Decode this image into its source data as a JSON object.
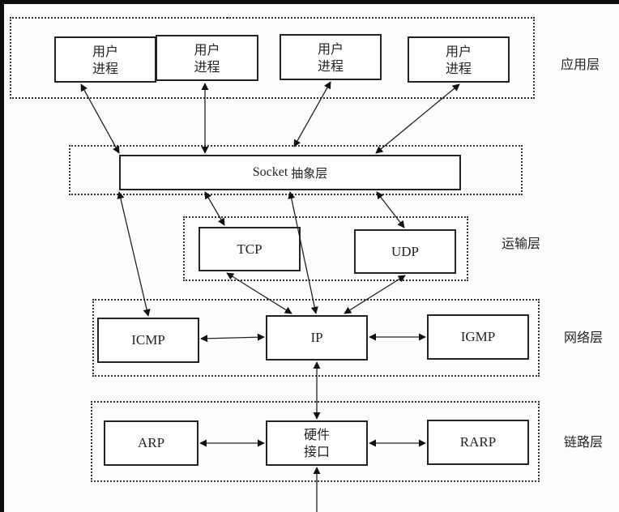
{
  "diagram": {
    "title": "TCP/IP protocol stack with Socket abstraction layer",
    "layers": [
      {
        "id": "application",
        "label": "应用层"
      },
      {
        "id": "socket",
        "label": ""
      },
      {
        "id": "transport",
        "label": "运输层"
      },
      {
        "id": "network",
        "label": "网络层"
      },
      {
        "id": "link",
        "label": "链路层"
      }
    ],
    "nodes": {
      "user_process_1": {
        "line1": "用户",
        "line2": "进程"
      },
      "user_process_2": {
        "line1": "用户",
        "line2": "进程"
      },
      "user_process_3": {
        "line1": "用户",
        "line2": "进程"
      },
      "user_process_4": {
        "line1": "用户",
        "line2": "进程"
      },
      "socket": {
        "latin": "Socket",
        "cn": "抽象层"
      },
      "tcp": {
        "label": "TCP"
      },
      "udp": {
        "label": "UDP"
      },
      "icmp": {
        "label": "ICMP"
      },
      "ip": {
        "label": "IP"
      },
      "igmp": {
        "label": "IGMP"
      },
      "arp": {
        "label": "ARP"
      },
      "hardware_interface": {
        "line1": "硬件",
        "line2": "接口"
      },
      "rarp": {
        "label": "RARP"
      }
    },
    "edges": [
      {
        "from": "user_process_1",
        "to": "socket",
        "type": "bidirectional"
      },
      {
        "from": "user_process_2",
        "to": "socket",
        "type": "bidirectional"
      },
      {
        "from": "user_process_3",
        "to": "socket",
        "type": "bidirectional"
      },
      {
        "from": "user_process_4",
        "to": "socket",
        "type": "bidirectional"
      },
      {
        "from": "socket",
        "to": "tcp",
        "type": "bidirectional"
      },
      {
        "from": "socket",
        "to": "udp",
        "type": "bidirectional"
      },
      {
        "from": "socket",
        "to": "icmp",
        "type": "bidirectional"
      },
      {
        "from": "socket",
        "to": "ip",
        "type": "bidirectional"
      },
      {
        "from": "tcp",
        "to": "ip",
        "type": "bidirectional"
      },
      {
        "from": "udp",
        "to": "ip",
        "type": "bidirectional"
      },
      {
        "from": "icmp",
        "to": "ip",
        "type": "bidirectional"
      },
      {
        "from": "ip",
        "to": "igmp",
        "type": "bidirectional"
      },
      {
        "from": "ip",
        "to": "hardware_interface",
        "type": "bidirectional"
      },
      {
        "from": "arp",
        "to": "hardware_interface",
        "type": "bidirectional"
      },
      {
        "from": "hardware_interface",
        "to": "rarp",
        "type": "bidirectional"
      },
      {
        "from": "physical_medium",
        "to": "hardware_interface",
        "type": "incoming"
      }
    ]
  }
}
